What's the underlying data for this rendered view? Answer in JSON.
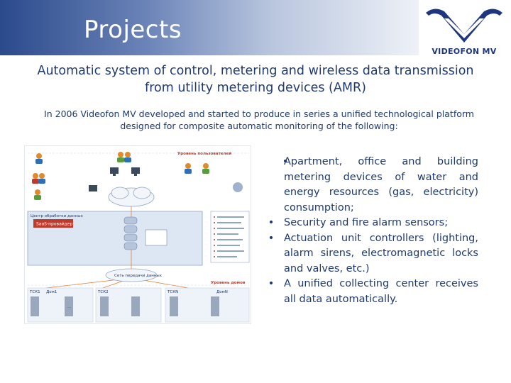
{
  "header": {
    "title": "Projects"
  },
  "logo": {
    "text": "VIDEOFON MV"
  },
  "subtitle": "Automatic system of control, metering and wireless data transmission from utility metering devices (AMR)",
  "intro": "In 2006 Videofon MV developed and started to produce in series a unified technological platform  designed for composite automatic monitoring  of the following:",
  "bullets": [
    "Apartment, office and building metering devices of water and energy resources (gas, electricity) consumption;",
    "Security and fire alarm sensors;",
    "Actuation unit controllers (lighting, alarm sirens, electromagnetic locks and valves, etc.)",
    "A unified collecting center receives all data automatically."
  ],
  "bullet_symbol": "•",
  "diagram": {
    "users_level": "Уровень пользователей",
    "data_center": "Центр обработки данных",
    "saas": "SaaS-провайдер",
    "building_level": "Уровень домов",
    "net_label": "Сеть передачи данных",
    "tsk1": "ТСК1",
    "tsk2": "ТСК2",
    "tskn": "ТСКN",
    "home1": "Дом1",
    "homen": "ДомN",
    "ellipsis": "..."
  },
  "colors": {
    "header_blue": "#2b4a8c",
    "text_blue": "#1f3a6e",
    "logo_blue": "#1e3680"
  }
}
